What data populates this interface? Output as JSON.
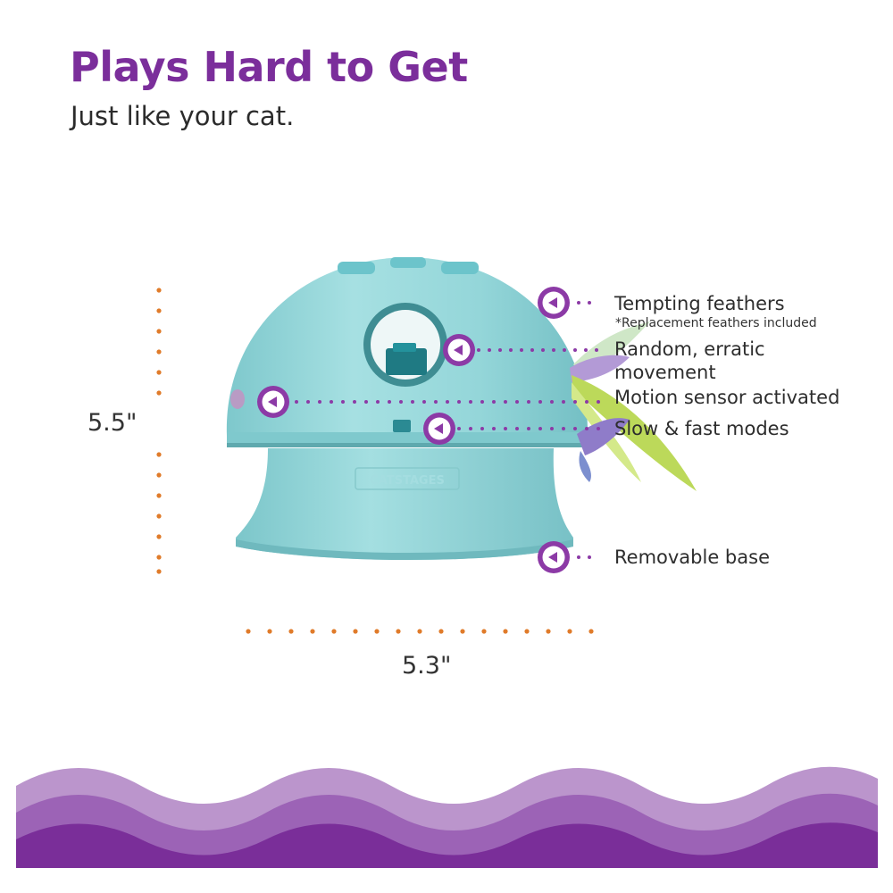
{
  "header": {
    "title": "Plays Hard to Get",
    "subtitle": "Just like your cat."
  },
  "dimensions": {
    "height": "5.5\"",
    "width": "5.3\""
  },
  "product": {
    "logo_text": "CATSTAGES"
  },
  "callouts": [
    {
      "label": "Tempting feathers",
      "note": "*Replacement feathers included",
      "icon": "play-reverse-icon"
    },
    {
      "label": "Random, erratic movement",
      "line1": "Random, erratic",
      "line2": "movement",
      "icon": "play-reverse-icon"
    },
    {
      "label": "Motion sensor activated",
      "icon": "play-reverse-icon"
    },
    {
      "label": "Slow & fast modes",
      "icon": "play-reverse-icon"
    },
    {
      "label": "Removable base",
      "icon": "play-reverse-icon"
    }
  ],
  "colors": {
    "brand_purple": "#7b2e9b",
    "callout_purple": "#8c3aa6",
    "dimension_orange": "#e07b2a",
    "toy_teal": "#8fd3d6",
    "wave_light": "#bb95cc",
    "wave_mid": "#9c63b6",
    "wave_dark": "#7a2e99"
  }
}
